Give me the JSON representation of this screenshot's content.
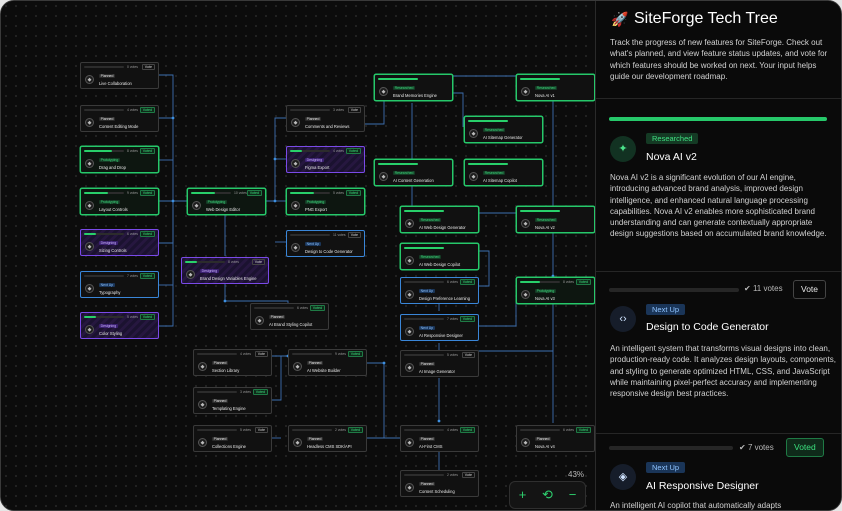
{
  "panel": {
    "title": "SiteForge Tech Tree",
    "intro": "Track the progress of new features for SiteForge. Check out what's planned, and view feature status updates, and vote for which features should be worked on next. Your input helps guide our development roadmap.",
    "cards": [
      {
        "status": "Researched",
        "title": "Nova AI v2",
        "progress": 1.0,
        "description": "Nova AI v2 is a significant evolution of our AI engine, introducing advanced brand analysis, improved design intelligence, and enhanced natural language processing capabilities. Nova AI v2 enables more sophisticated brand understanding and can generate contextually appropriate design suggestions based on accumulated brand knowledge."
      },
      {
        "status": "Next Up",
        "title": "Design to Code Generator",
        "votes": "11 votes",
        "vote_label": "Vote",
        "progress": 0.0,
        "description": "An intelligent system that transforms visual designs into clean, production-ready code. It analyzes design layouts, components, and styling to generate optimized HTML, CSS, and JavaScript while maintaining pixel-perfect accuracy and implementing responsive design best practices."
      },
      {
        "status": "Next Up",
        "title": "AI Responsive Designer",
        "votes": "7 votes",
        "vote_label": "Voted",
        "progress": 0.0,
        "description": "An intelligent AI copilot that automatically adapts"
      }
    ]
  },
  "canvas": {
    "zoom": "43%",
    "controls": {
      "zoom_in": "+",
      "reset": "⟲",
      "zoom_out": "−"
    },
    "nodes": [
      {
        "id": "n1",
        "name": "Live Collaboration",
        "status": "Planned",
        "type": "pln",
        "votes": "0 votes",
        "vote": "Vote",
        "p": 0
      },
      {
        "id": "n2",
        "name": "Content Editing Mode",
        "status": "Planned",
        "type": "pln",
        "votes": "4 votes",
        "vote": "Voted",
        "p": 0
      },
      {
        "id": "n3",
        "name": "Drag and Drop",
        "status": "Prototyping",
        "type": "pro",
        "votes": "8 votes",
        "vote": "Voted",
        "p": 0.7
      },
      {
        "id": "n4",
        "name": "Layout Controls",
        "status": "Prototyping",
        "type": "pro",
        "votes": "9 votes",
        "vote": "Voted",
        "p": 0.6
      },
      {
        "id": "n5",
        "name": "Sizing Controls",
        "status": "Designing",
        "type": "des",
        "votes": "6 votes",
        "vote": "Voted",
        "p": 0.3
      },
      {
        "id": "n6",
        "name": "Typography",
        "status": "Next Up",
        "type": "nxt",
        "votes": "7 votes",
        "vote": "Voted",
        "p": 0
      },
      {
        "id": "n7",
        "name": "Color Styling",
        "status": "Designing",
        "type": "des",
        "votes": "5 votes",
        "vote": "Voted",
        "p": 0.3
      },
      {
        "id": "n8",
        "name": "Web Design Editor",
        "status": "Prototyping",
        "type": "pro",
        "votes": "10 votes",
        "vote": "Voted",
        "p": 0.6
      },
      {
        "id": "n9",
        "name": "Brand Design Variables Engine",
        "status": "Designing",
        "type": "des",
        "votes": "8 votes",
        "vote": "Vote",
        "p": 0.3
      },
      {
        "id": "n10",
        "name": "Comments and Reviews",
        "status": "Planned",
        "type": "pln",
        "votes": "3 votes",
        "vote": "Vote",
        "p": 0
      },
      {
        "id": "n11",
        "name": "Figma Export",
        "status": "Designing",
        "type": "des",
        "votes": "4 votes",
        "vote": "Voted",
        "p": 0.3
      },
      {
        "id": "n12",
        "name": "PNG Export",
        "status": "Prototyping",
        "type": "pro",
        "votes": "5 votes",
        "vote": "Voted",
        "p": 0.6
      },
      {
        "id": "n13",
        "name": "Design to Code Generator",
        "status": "Next Up",
        "type": "nxt",
        "votes": "11 votes",
        "vote": "Vote",
        "p": 0
      },
      {
        "id": "n14",
        "name": "AI Brand Styling Copilot",
        "status": "Planned",
        "type": "pln",
        "votes": "6 votes",
        "vote": "Voted",
        "p": 0
      },
      {
        "id": "n15",
        "name": "Section Library",
        "status": "Planned",
        "type": "pln",
        "votes": "4 votes",
        "vote": "Vote",
        "p": 0
      },
      {
        "id": "n16",
        "name": "Templating Engine",
        "status": "Planned",
        "type": "pln",
        "votes": "3 votes",
        "vote": "Voted",
        "p": 0
      },
      {
        "id": "n17",
        "name": "Collections Engine",
        "status": "Planned",
        "type": "pln",
        "votes": "5 votes",
        "vote": "Vote",
        "p": 0
      },
      {
        "id": "n18",
        "name": "AI Website Builder",
        "status": "Planned",
        "type": "pln",
        "votes": "9 votes",
        "vote": "Voted",
        "p": 0
      },
      {
        "id": "n19",
        "name": "Headless CMS SDK/API",
        "status": "Planned",
        "type": "pln",
        "votes": "2 votes",
        "vote": "Voted",
        "p": 0
      },
      {
        "id": "n20",
        "name": "Brand Memories Engine",
        "status": "Researched",
        "type": "res",
        "votes": "",
        "vote": "",
        "p": 1
      },
      {
        "id": "n21",
        "name": "AI Sitemap Generator",
        "status": "Researched",
        "type": "res",
        "votes": "",
        "vote": "",
        "p": 1
      },
      {
        "id": "n22",
        "name": "AI Content Generation",
        "status": "Researched",
        "type": "res",
        "votes": "",
        "vote": "",
        "p": 1
      },
      {
        "id": "n23",
        "name": "AI Sitemap Copilot",
        "status": "Researched",
        "type": "res",
        "votes": "",
        "vote": "",
        "p": 1
      },
      {
        "id": "n24",
        "name": "AI Web Design Generator",
        "status": "Researched",
        "type": "res",
        "votes": "",
        "vote": "",
        "p": 1
      },
      {
        "id": "n25",
        "name": "AI Web Design Copilot",
        "status": "Researched",
        "type": "res",
        "votes": "",
        "vote": "",
        "p": 1
      },
      {
        "id": "n26",
        "name": "Design Preference Learning",
        "status": "Next Up",
        "type": "nxt",
        "votes": "6 votes",
        "vote": "Voted",
        "p": 0
      },
      {
        "id": "n27",
        "name": "AI Responsive Designer",
        "status": "Next Up",
        "type": "nxt",
        "votes": "7 votes",
        "vote": "Voted",
        "p": 0
      },
      {
        "id": "n28",
        "name": "AI Image Generator",
        "status": "Planned",
        "type": "pln",
        "votes": "5 votes",
        "vote": "Vote",
        "p": 0
      },
      {
        "id": "n29",
        "name": "AI-First CMS",
        "status": "Planned",
        "type": "pln",
        "votes": "4 votes",
        "vote": "Voted",
        "p": 0
      },
      {
        "id": "n30",
        "name": "Content Scheduling",
        "status": "Planned",
        "type": "pln",
        "votes": "2 votes",
        "vote": "Vote",
        "p": 0
      },
      {
        "id": "n31",
        "name": "Nova AI v1",
        "status": "Researched",
        "type": "res",
        "votes": "",
        "vote": "",
        "p": 1
      },
      {
        "id": "n32",
        "name": "Nova AI v2",
        "status": "Researched",
        "type": "res",
        "votes": "",
        "vote": "",
        "p": 1
      },
      {
        "id": "n33",
        "name": "Nova AI v3",
        "status": "Prototyping",
        "type": "pro",
        "votes": "8 votes",
        "vote": "Voted",
        "p": 0.5
      },
      {
        "id": "n34",
        "name": "Nova AI v4",
        "status": "Planned",
        "type": "pln",
        "votes": "6 votes",
        "vote": "Voted",
        "p": 0
      }
    ]
  }
}
